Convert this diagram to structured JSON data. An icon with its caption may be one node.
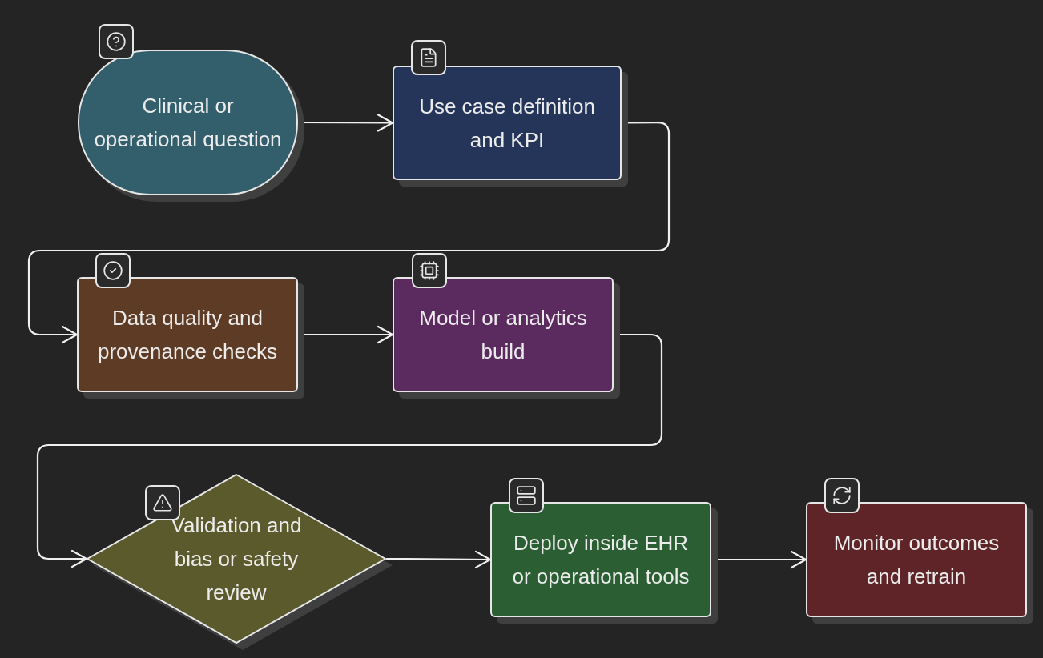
{
  "diagram": {
    "nodes": [
      {
        "text": [
          "Clinical or operational question"
        ]
      },
      {
        "text": [
          "Use case definition and KPI"
        ]
      },
      {
        "text": [
          "Data quality and provenance checks"
        ]
      },
      {
        "text": [
          "Model or analytics build"
        ]
      },
      {
        "text": [
          "Validation and bias or safety review"
        ]
      },
      {
        "text": [
          "Deploy inside EHR or operational tools"
        ]
      },
      {
        "text": [
          "Monitor outcomes and retrain"
        ]
      }
    ],
    "edges": [
      {
        "from": 0,
        "to": 1,
        "arrow": "to"
      },
      {
        "from": 1,
        "to": 2,
        "arrow": "to"
      },
      {
        "from": 2,
        "to": 3,
        "arrow": "to"
      },
      {
        "from": 3,
        "to": 4,
        "arrow": "to"
      },
      {
        "from": 4,
        "to": 5,
        "arrow": "to"
      },
      {
        "from": 5,
        "to": 6,
        "arrow": "to"
      }
    ]
  }
}
